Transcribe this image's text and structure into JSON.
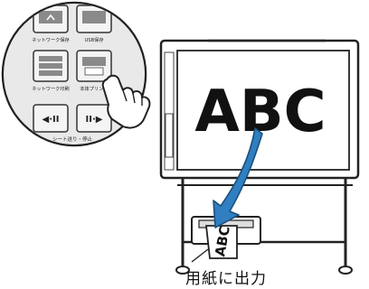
{
  "board": {
    "written_text": "ABC",
    "paper_text": "ABC"
  },
  "panel": {
    "top_labels": [
      "ネットワーク保存",
      "USB保存"
    ],
    "mid_labels": [
      "ネットワーク印刷",
      "本体プリント"
    ],
    "bottom_label": "シート送り・停止",
    "scroll_left_symbol": "◀·II",
    "scroll_right_symbol": "II·▶"
  },
  "caption": "用紙に出力",
  "colors": {
    "arrow": "#2f7fc1",
    "arrow_outline": "#1d4f7a",
    "line": "#333333"
  }
}
